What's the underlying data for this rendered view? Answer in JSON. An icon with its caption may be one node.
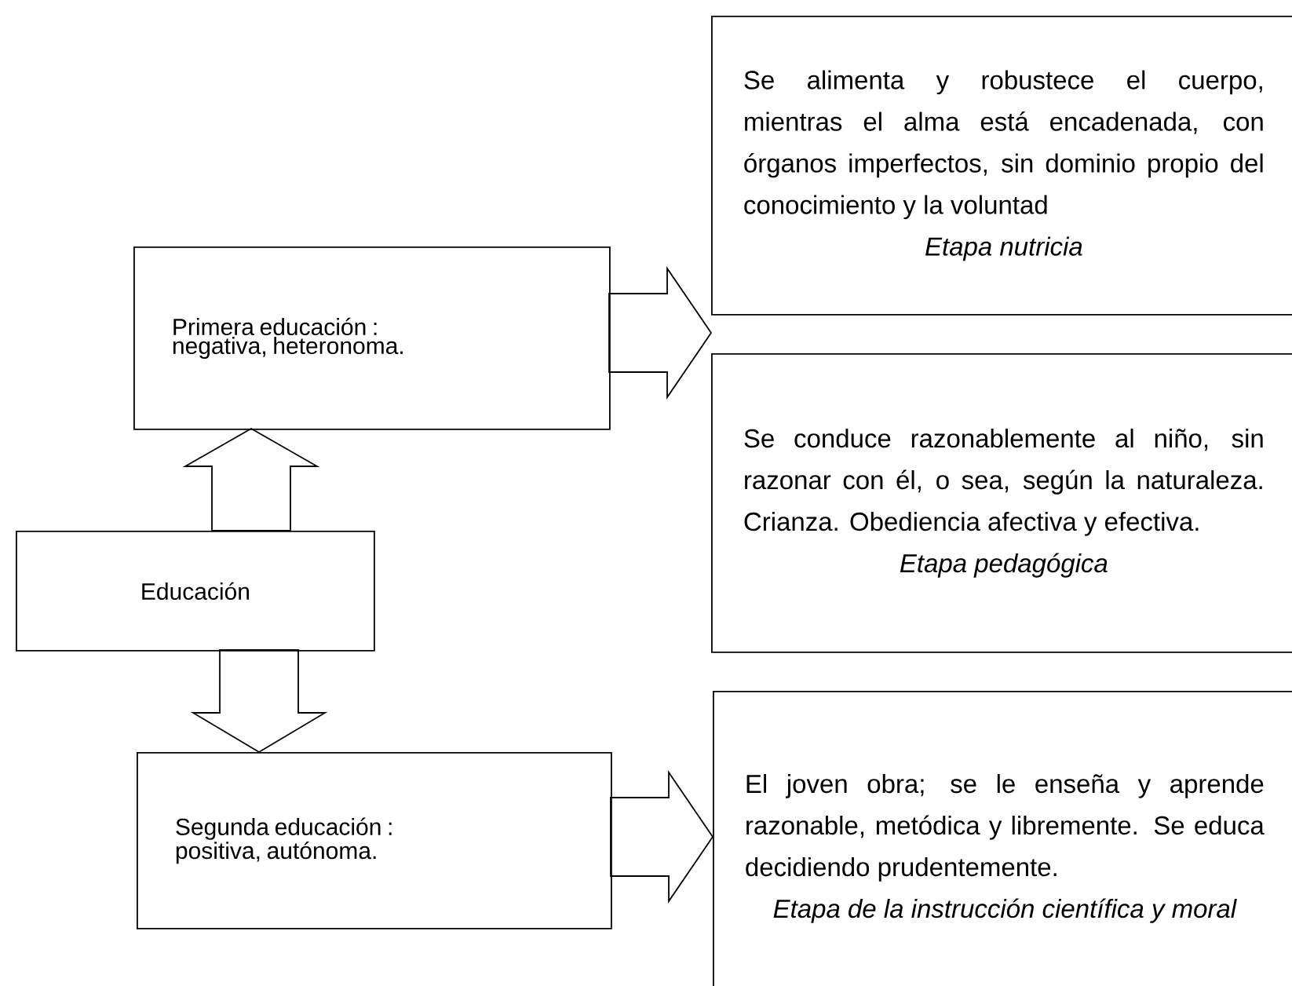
{
  "diagram": {
    "nodes": [
      {
        "text": [
          "Primera educación :",
          "negativa, heteronoma."
        ]
      },
      {
        "text": [
          "Se alimenta y robustece el cuerpo, mientras el alma está encadenada, con órganos imperfectos, sin dominio propio del conocimiento y la voluntad",
          "Etapa nutricia"
        ]
      },
      {
        "text": [
          "Se conduce razonablemente al niño, sin razonar con él, o sea, según la naturaleza. Crianza. Obediencia afectiva y efectiva.",
          "Etapa pedagógica"
        ]
      },
      {
        "text": [
          "Educación"
        ]
      },
      {
        "text": [
          "Segunda educación :",
          "positiva, autónoma."
        ]
      },
      {
        "text": [
          "El joven obra; se le enseña y aprende razonable, metódica y libremente. Se educa decidiendo prudentemente.",
          "Etapa de la instrucción científica y moral"
        ]
      }
    ],
    "edges": [
      {
        "from": 3,
        "to": 0,
        "arrow": "to"
      },
      {
        "from": 3,
        "to": 4,
        "arrow": "to"
      },
      {
        "from": 0,
        "to": 1,
        "arrow": "to"
      },
      {
        "from": 0,
        "to": 2,
        "arrow": "to"
      },
      {
        "from": 4,
        "to": 5,
        "arrow": "to"
      }
    ]
  }
}
